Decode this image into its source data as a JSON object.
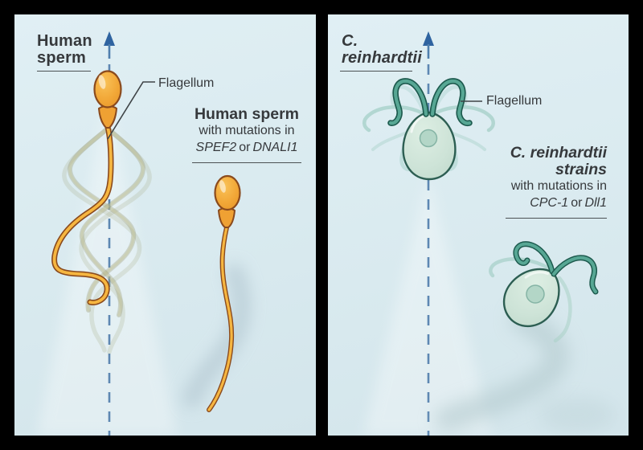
{
  "left_panel": {
    "heading": {
      "line1": "Human",
      "line2": "sperm"
    },
    "flagellum_label": "Flagellum",
    "annotation": {
      "title": "Human sperm",
      "subtitle": "with mutations in",
      "gene_a": "SPEF2",
      "conjunction": "or",
      "gene_b": "DNALI1"
    }
  },
  "right_panel": {
    "heading": {
      "line1": "C.",
      "line2": "reinhardtii"
    },
    "flagellum_label": "Flagellum",
    "annotation": {
      "title_line1": "C. reinhardtii",
      "title_line2": "strains",
      "subtitle": "with mutations in",
      "gene_a": "CPC-1",
      "conjunction": "or",
      "gene_b": "Dll1"
    }
  },
  "colors": {
    "frame": "#000000",
    "panel_background": "#d9eaef",
    "text": "#36393c",
    "arrow_blue": "#2e63a0",
    "dash_blue": "#5d87b2",
    "sperm_body": "#f3a93a",
    "sperm_outline": "#8a4a1d",
    "ghost_tail_olive": "#a3a477",
    "algae_body": "#cde3d7",
    "algae_outline": "#2c5e52",
    "flagella_teal": "#57a794",
    "wake_shadow": "#b2c9cd"
  }
}
